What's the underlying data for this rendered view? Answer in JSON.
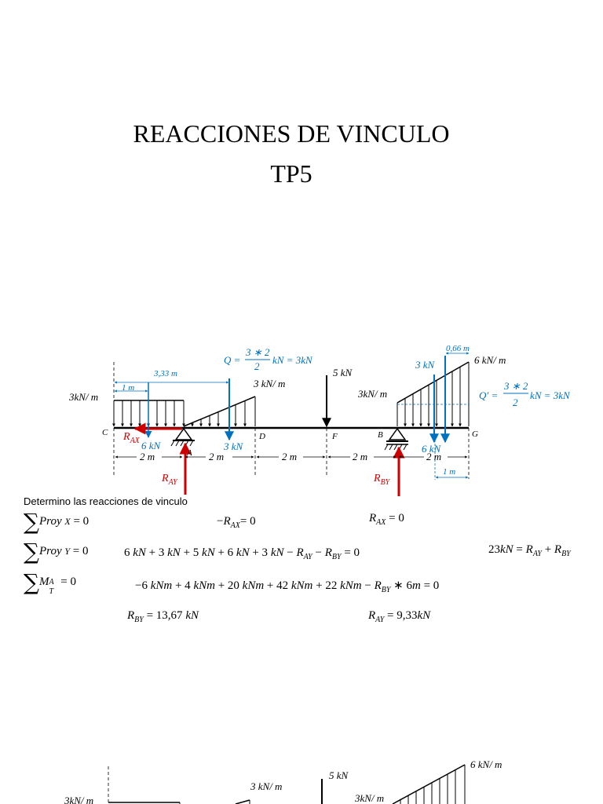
{
  "title": {
    "line1": "REACCIONES DE VINCULO",
    "line2": "TP5"
  },
  "diagram": {
    "load_left": "3kN/ m",
    "load_tri_mid": "3 kN/ m",
    "point_load_F": "5 kN",
    "load_right_start": "3kN/ m",
    "load_right_end": "6 kN/ m",
    "dim_333": "3,33 m",
    "dim_1m_top": "1 m",
    "dim_066": "0,66 m",
    "dim_1m_bottom": "1 m",
    "Q_eq": "Q = (3 * 2 / 2) kN = 3kN",
    "Qp_eq": "Q' = (3 * 2 / 2) kN = 3kN",
    "resultant_6kN_left": "6 kN",
    "resultant_3kN_left": "3 kN",
    "resultant_3kN_right": "3 kN",
    "resultant_6kN_right": "6 kN",
    "pt_C": "C",
    "pt_A": "A",
    "pt_D": "D",
    "pt_F": "F",
    "pt_B": "B",
    "pt_G": "G",
    "RAX": "R",
    "RAY": "R",
    "RBY": "R",
    "spans": [
      "2 m",
      "2 m",
      "2 m",
      "2 m",
      "2 m"
    ],
    "colors": {
      "reaction": "#cc0000",
      "annotation": "#0070c0",
      "structure": "#000000"
    }
  },
  "section": {
    "intro": "Determino las reacciones de vinculo",
    "eq1_lhs": "Proy X = 0",
    "eq1_mid": "−R_AX = 0",
    "eq1_res": "R_AX = 0",
    "eq2_lhs": "Proy Y = 0",
    "eq2_mid": "6 kN + 3 kN + 5 kN + 6 kN + 3 kN − R_AY − R_BY = 0",
    "eq2_res": "23kN = R_AY + R_BY",
    "eq3_lhs": "M_T^A = 0",
    "eq3_mid": "−6 kNm + 4 kNm + 20 kNm + 42 kNm + 22 kNm − R_BY * 6m = 0",
    "res_rby": "R_BY = 13,67 kN",
    "res_ray": "R_AY = 9,33kN"
  },
  "diagram2": {
    "load_left": "3kN/ m",
    "load_tri_mid": "3 kN/ m",
    "point_load_F": "5 kN",
    "load_right_start": "3kN/ m",
    "load_right_end": "6 kN/ m"
  }
}
